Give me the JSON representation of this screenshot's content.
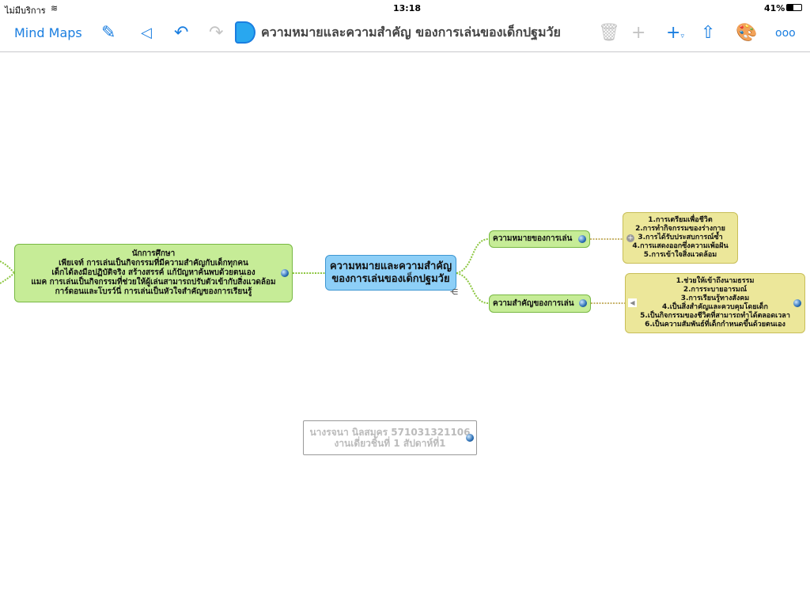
{
  "status": {
    "carrier": "ไม่มีบริการ",
    "time": "13:18",
    "battery": "41%"
  },
  "toolbar": {
    "back_label": "Mind Maps",
    "title": "ความหมายและความสำคัญ ของการเล่นของเด็กปฐมวัย"
  },
  "map": {
    "central": "ความหมายและความสำคัญ\nของการเล่นของเด็กปฐมวัย",
    "left_node": [
      "นักการศึกษา",
      "เพียเจท์ การเล่นเป็นกิจกรรมที่มีความสำคัญกับเด็กทุกคน",
      "เด็กได้ลงมือปฏิบัติจริง สร้างสรรค์ แก้ปัญหาค้นพบด้วยตนเอง",
      "แมค การเล่นเป็นกิจกรรมที่ช่วยให้ผู้เล่นสามารถปรับตัวเข้ากับสิ่งแวดล้อม",
      "การ์ดอนและโบรว์นี่ การเล่นเป็นหัวใจสำคัญของการเรียนรู้"
    ],
    "branch1": "ความหมายของการเล่น",
    "branch1_items": [
      "1.การเตรียมเพื่อชีวิต",
      "2.การทำกิจกรรมของร่างกาย",
      "3.การได้รับประสบการณ์ซ้ำ",
      "4.การแสดงออกซึ่งความเพ้อฝัน",
      "5.การเข้าใจสิ่งแวดล้อม"
    ],
    "branch2": "ความสำคัญของการเล่น",
    "branch2_items": [
      "1.ช่วยให้เข้าถึงนามธรรม",
      "2.การระบายอารมณ์",
      "3.การเรียนรู้ทางสังคม",
      "4.เป็นสิ่งสำคัญและควบคุมโดยเด็ก",
      "5.เป็นกิจกรรมของชีวิตที่สามารถทำได้ตลอดเวลา",
      "6.เป็นความสัมพันธ์ที่เด็กกำหนดขึ้นด้วยตนเอง"
    ],
    "note": [
      "นางรจนา นิลสมุคร 571031321106",
      "งานเดี่ยวชิ้นที่ 1 สัปดาห์ที่1"
    ]
  },
  "colors": {
    "accent": "#1a7ee0",
    "green": "#c6ec97",
    "blue": "#8dcff7",
    "yellow": "#ece79a"
  }
}
